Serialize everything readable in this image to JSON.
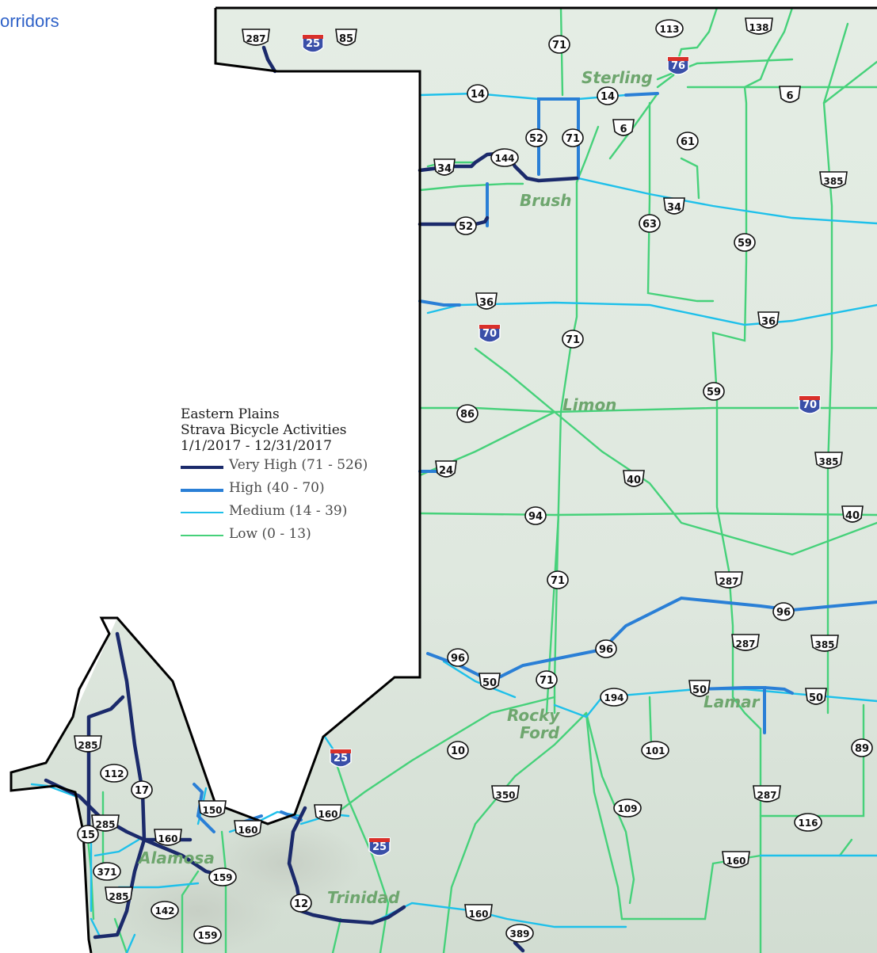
{
  "corner_text": "orridors",
  "legend": {
    "title_line1": "Eastern Plains",
    "title_line2": "Strava Bicycle Activities",
    "title_line3": "1/1/2017 - 12/31/2017",
    "items": [
      {
        "label": "Very High (71 - 526)",
        "color": "#1b2a6b"
      },
      {
        "label": "High (40 - 70)",
        "color": "#2a7fd6"
      },
      {
        "label": "Medium (14 - 39)",
        "color": "#1ec0ea"
      },
      {
        "label": "Low (0 - 13)",
        "color": "#46d17a"
      }
    ]
  },
  "towns": [
    "Sterling",
    "Brush",
    "Limon",
    "Rocky",
    "Ford",
    "Lamar",
    "Alamosa",
    "Trinidad"
  ],
  "routes": {
    "r287_n": "287",
    "i25_n": "25",
    "r85": "85",
    "r71_n": "71",
    "r113": "113",
    "i76": "76",
    "r138": "138",
    "r14_w": "14",
    "r14_e": "14",
    "r6_e": "6",
    "r52_n": "52",
    "r71_b": "71",
    "r6_b": "6",
    "r61": "61",
    "r144": "144",
    "r34_w": "34",
    "r385_n": "385",
    "r52_s": "52",
    "r34_e": "34",
    "r63": "63",
    "r59_n": "59",
    "r36_w": "36",
    "r36_e": "36",
    "i70_w": "70",
    "r71_c": "71",
    "r59_c": "59",
    "r86": "86",
    "i70_e": "70",
    "r24": "24",
    "r385_c": "385",
    "r40_c": "40",
    "r94": "94",
    "r40_e": "40",
    "r71_s": "71",
    "r287_c": "287",
    "r96_e": "96",
    "r287_s": "287",
    "r385_s": "385",
    "r96_c": "96",
    "r96_w": "96",
    "r50_w": "50",
    "r71_r": "71",
    "r194": "194",
    "r50_c": "50",
    "r50_e": "50",
    "r285_n": "285",
    "r89": "89",
    "i25_s": "25",
    "r10": "10",
    "r101": "101",
    "r112": "112",
    "r17": "17",
    "r350": "350",
    "r287_l": "287",
    "r109": "109",
    "r150": "150",
    "r160_e": "160",
    "r15": "15",
    "r285_c": "285",
    "r160_a": "160",
    "r160_b": "160",
    "r116": "116",
    "i25_t": "25",
    "r160_d": "160",
    "r371": "371",
    "r159_a": "159",
    "r285_s": "285",
    "r12": "12",
    "r142": "142",
    "r160_t": "160",
    "r159_s": "159",
    "r389": "389"
  }
}
